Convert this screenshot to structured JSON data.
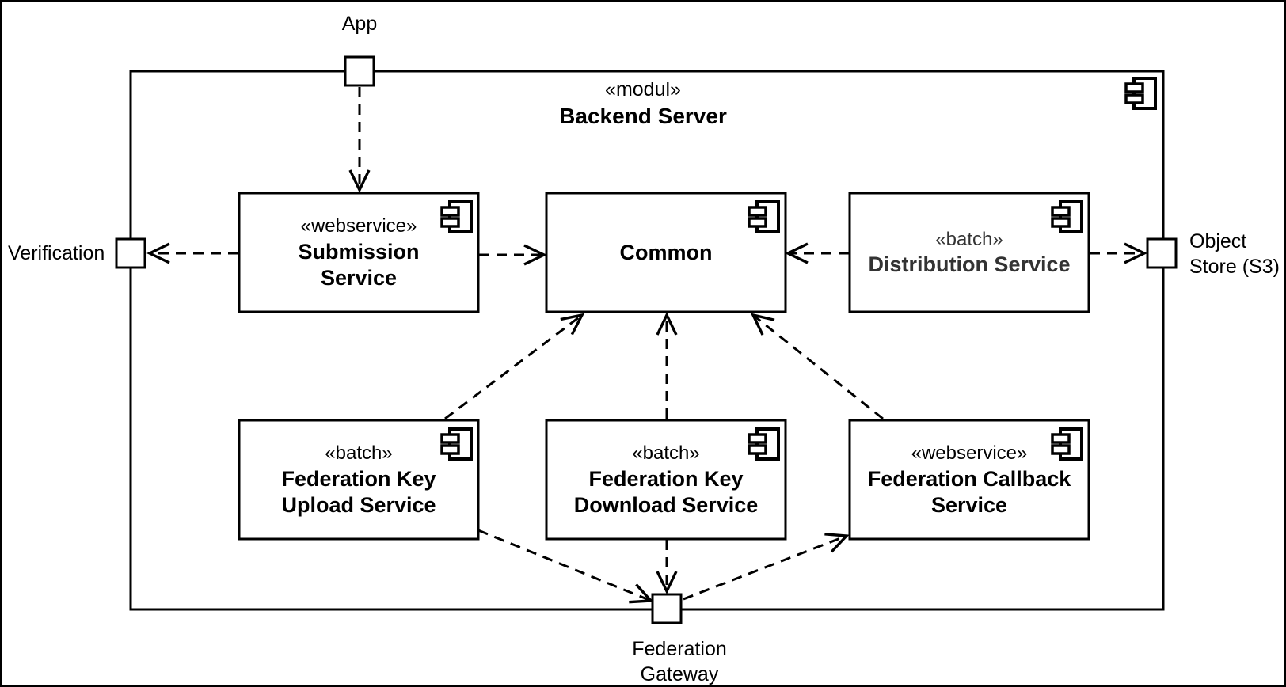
{
  "diagram": {
    "type": "uml-component-diagram",
    "module": {
      "stereotype": "«modul»",
      "name": "Backend Server"
    },
    "components": [
      {
        "id": "submission-service",
        "stereotype": "«webservice»",
        "name": "Submission\nService"
      },
      {
        "id": "common",
        "stereotype": "",
        "name": "Common"
      },
      {
        "id": "distribution-service",
        "stereotype": "«batch»",
        "name": "Distribution Service"
      },
      {
        "id": "federation-key-upload-service",
        "stereotype": "«batch»",
        "name": "Federation Key\nUpload Service"
      },
      {
        "id": "federation-key-download-service",
        "stereotype": "«batch»",
        "name": "Federation Key\nDownload Service"
      },
      {
        "id": "federation-callback-service",
        "stereotype": "«webservice»",
        "name": "Federation Callback\nService"
      }
    ],
    "ports": [
      {
        "id": "app",
        "label": "App"
      },
      {
        "id": "verification",
        "label": "Verification"
      },
      {
        "id": "object-store",
        "label": "Object\nStore (S3)"
      },
      {
        "id": "federation-gateway",
        "label": "Federation\nGateway"
      }
    ],
    "palette": {
      "ink": "#000000",
      "distribution_text": "#333333",
      "background": "#ffffff"
    }
  }
}
